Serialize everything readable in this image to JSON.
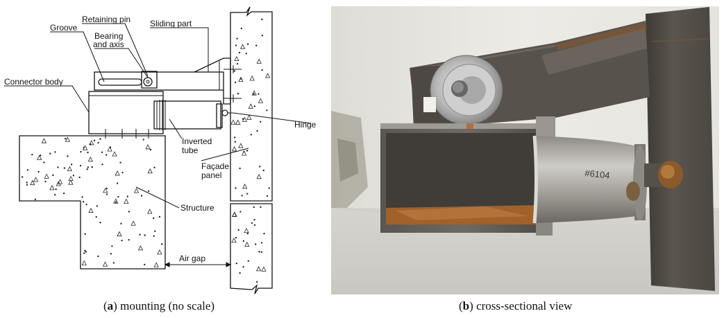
{
  "panel_a": {
    "labels": {
      "retaining_pin": "Retaining pin",
      "groove": "Groove",
      "bearing": "Bearing",
      "and_axis": "and axis",
      "sliding_part": "Sliding part",
      "connector_body": "Connector body",
      "hinge": "Hinge",
      "inverted": "Inverted",
      "tube": "tube",
      "facade": "Façade",
      "panel": "panel",
      "structure": "Structure",
      "air_gap": "Air gap"
    },
    "caption": {
      "letter": "a",
      "open": "(",
      "close": ")",
      "text": " mounting (no scale)"
    }
  },
  "panel_b": {
    "photo_marking": "#6104",
    "caption": {
      "letter": "b",
      "open": "(",
      "close": ")",
      "text": " cross-sectional view"
    }
  },
  "colors": {
    "line": "#111111",
    "steel_dark": "#4a4640",
    "steel_light": "#b8b8b6",
    "rust": "#a2602a",
    "wall": "#ecebe6",
    "floor": "#d9d7d2"
  }
}
